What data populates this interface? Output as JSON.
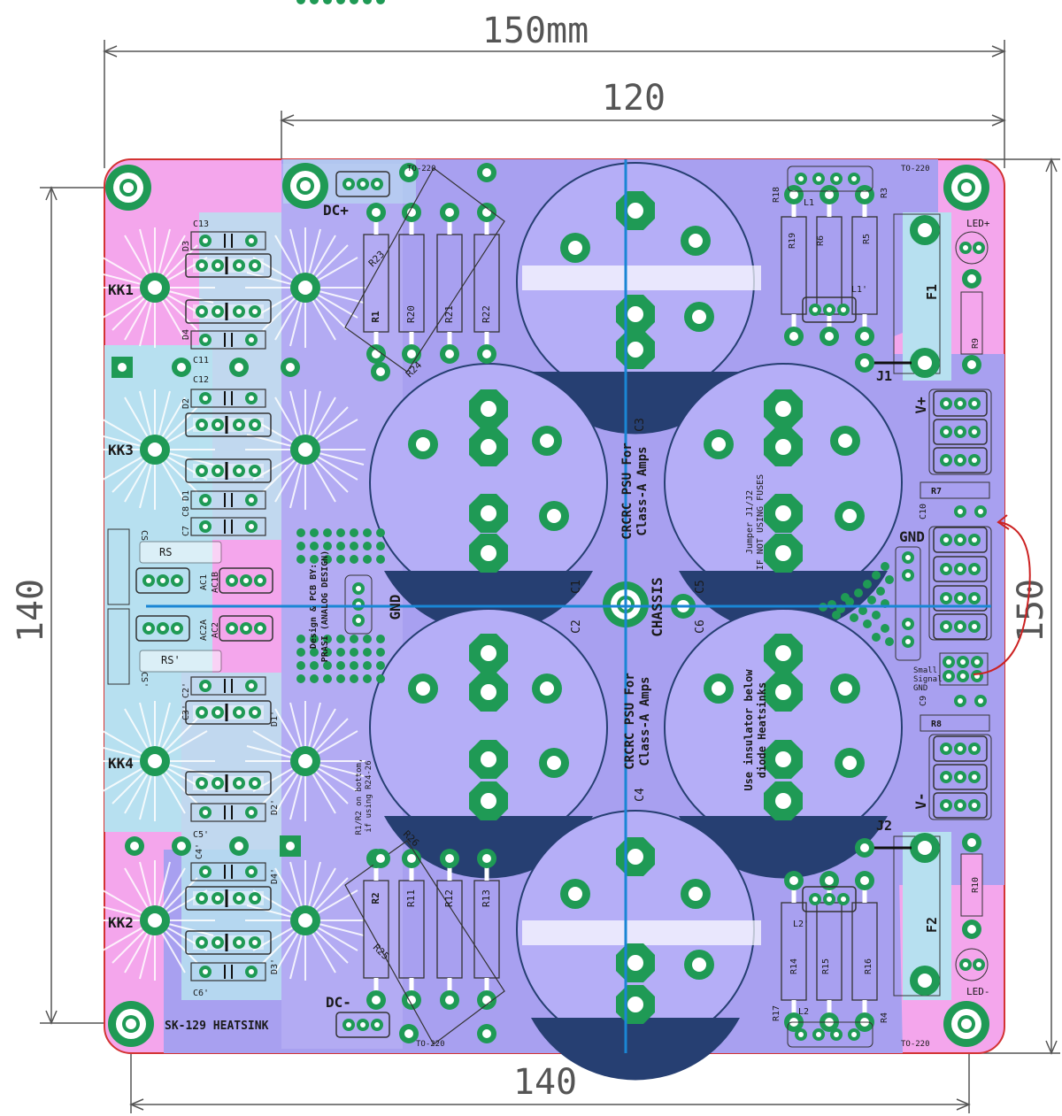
{
  "colors": {
    "background": "#ffffff",
    "board_edge": "#d33333",
    "copper_front": "#a8a0f0",
    "copper_fill": "#9b94ee",
    "copper_back": "#f4a6ec",
    "copper_mix": "#b7e0f0",
    "pad": "#1f9a55",
    "cap_body": "#b5aef7",
    "cap_band": "#263f72",
    "crosshair": "#1a86d4",
    "dimension": "#555555",
    "silk": "#1a1a1a",
    "annotation": "#cc2222"
  },
  "dimensions": {
    "top_width": "150mm",
    "inner_width": "120",
    "bottom_width": "140",
    "left_height": "140",
    "right_height": "150"
  },
  "labels": {
    "heatsinks": [
      "KK1",
      "KK3",
      "KK4",
      "KK2"
    ],
    "heatsink_model": "SK-129 HEATSINK",
    "dc_plus": "DC+",
    "dc_minus": "DC-",
    "gnd_left": "GND",
    "gnd_right": "GND",
    "chassis": "CHASSIS",
    "led_plus": "LED+",
    "led_minus": "LED-",
    "v_plus": "V+",
    "v_minus": "V-",
    "j1": "J1",
    "j2": "J2",
    "f1": "F1",
    "f2": "F2",
    "to220": [
      "TO-220",
      "TO-220",
      "TO-220",
      "TO-220"
    ],
    "small_signal": [
      "Small",
      "Signal",
      "GND"
    ],
    "designer": [
      "Design & PCB BY:",
      "PRASI (ANALOG DESIGN)"
    ],
    "r1r2_note": [
      "R1/R2 on bottom,",
      "if using R24-26"
    ],
    "psu_top": [
      "CRCRC PSU For",
      "Class-A Amps"
    ],
    "psu_bottom": [
      "CRCRC PSU For",
      "Class-A Amps"
    ],
    "jumper_note": [
      "Jumper J1/J2",
      "IF NOT USING FUSES"
    ],
    "insulator_note": [
      "Use insulator below",
      "diode Heatsinks"
    ],
    "caps": [
      "C1",
      "C2",
      "C3",
      "C4",
      "C5",
      "C6"
    ],
    "left_parts": [
      "C13",
      "D3",
      "D4",
      "C11",
      "C12",
      "D2",
      "D1",
      "C8",
      "C7",
      "CS",
      "RS",
      "AC1",
      "AC1B",
      "AC2A",
      "AC2",
      "RS'",
      "CS'",
      "C2'",
      "C3'",
      "D1'",
      "D2'",
      "C5'",
      "C4'",
      "D4'",
      "D3'",
      "C6'"
    ],
    "top_resistors": [
      "R23",
      "R1",
      "R20",
      "R21",
      "R22",
      "R24"
    ],
    "bottom_resistors": [
      "R26",
      "R2",
      "R11",
      "R12",
      "R13",
      "R25"
    ],
    "right_top_parts": [
      "R18",
      "L1",
      "R3",
      "R19",
      "R6",
      "R5",
      "L1'"
    ],
    "right_bottom_parts": [
      "L2'",
      "R14",
      "R15",
      "R16",
      "R17",
      "L2",
      "R4"
    ],
    "right_edge_parts": [
      "R9",
      "R7",
      "C10",
      "C9",
      "R8",
      "R10"
    ]
  }
}
